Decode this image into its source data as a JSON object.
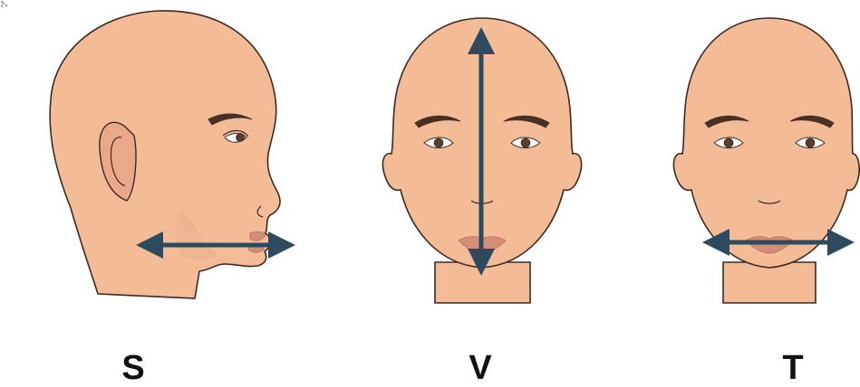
{
  "panels": [
    {
      "id": "s",
      "label": "S",
      "view": "side profile",
      "arrow": "horizontal",
      "icon": "head-profile-icon"
    },
    {
      "id": "v",
      "label": "V",
      "view": "front",
      "arrow": "vertical",
      "icon": "head-front-icon"
    },
    {
      "id": "t",
      "label": "T",
      "view": "front",
      "arrow": "horizontal",
      "icon": "head-front-icon"
    }
  ],
  "colors": {
    "skin": "#f3bc96",
    "skin_shadow": "#e9a887",
    "outline": "#3b2a22",
    "brow": "#4a3023",
    "iris": "#5a3d2a",
    "lips": "#d48d76",
    "arrow": "#2e4a5e",
    "label": "#111111",
    "background": "#ffffff"
  }
}
